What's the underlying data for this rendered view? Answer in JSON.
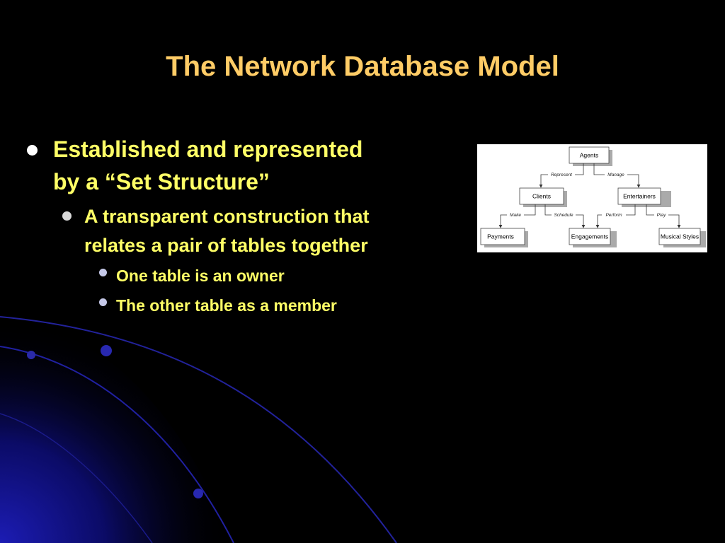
{
  "slide": {
    "title": "The Network Database Model",
    "bullets": [
      {
        "text": "Established and represented by a “Set Structure”",
        "sub": [
          {
            "text": "A transparent construction that relates a pair of tables together",
            "sub": [
              {
                "text": "One table is an owner"
              },
              {
                "text": "The other table as a member"
              }
            ]
          }
        ]
      }
    ]
  },
  "diagram": {
    "nodes": {
      "agents": "Agents",
      "clients": "Clients",
      "entertainers": "Entertainers",
      "payments": "Payments",
      "engagements": "Engagements",
      "musical_styles": "Musical Styles"
    },
    "edges": {
      "represent": "Represent",
      "manage": "Manage",
      "make": "Make",
      "schedule": "Schedule",
      "perform": "Perform",
      "play": "Play"
    }
  },
  "colors": {
    "background": "#000000",
    "title": "#FFCC66",
    "bullet_text": "#FFFF66",
    "decoration": "#1a1aa0"
  }
}
